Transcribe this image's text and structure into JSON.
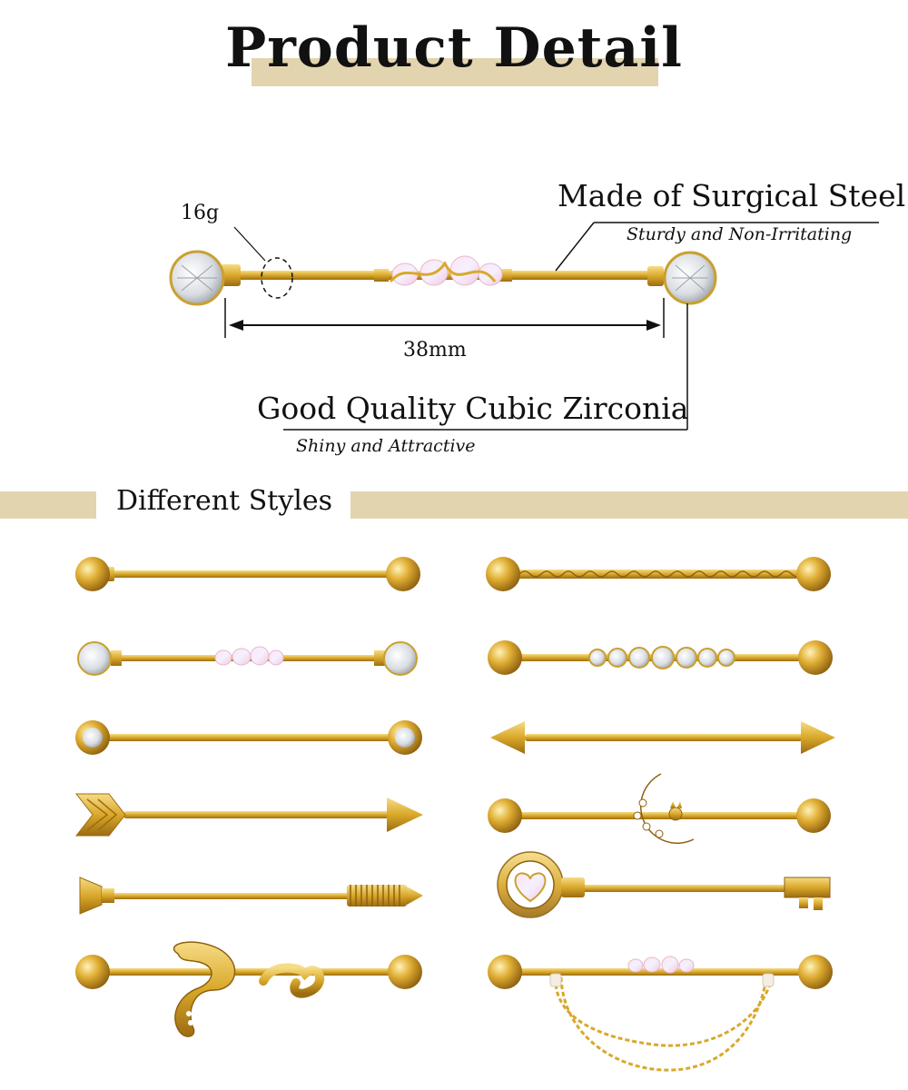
{
  "header": {
    "title": "Product Detail"
  },
  "detail": {
    "gauge_label": "16g",
    "material_title": "Made of Surgical Steel",
    "material_subtitle": "Sturdy and Non-Irritating",
    "length_label": "38mm",
    "stone_title": "Good Quality Cubic  Zirconia",
    "stone_subtitle": "Shiny and Attractive"
  },
  "styles_section": {
    "title": "Different Styles",
    "items": [
      {
        "icon": "ball-ends-plain-bar-icon"
      },
      {
        "icon": "twisted-bar-icon"
      },
      {
        "icon": "crystal-ends-opal-bar-icon"
      },
      {
        "icon": "seven-gem-bar-icon"
      },
      {
        "icon": "bezel-gem-ends-bar-icon"
      },
      {
        "icon": "double-spike-bar-icon"
      },
      {
        "icon": "arrow-bar-icon"
      },
      {
        "icon": "moon-cat-bar-icon"
      },
      {
        "icon": "screw-bar-icon"
      },
      {
        "icon": "heart-key-bar-icon"
      },
      {
        "icon": "snake-bar-icon"
      },
      {
        "icon": "chain-dangle-bar-icon"
      }
    ]
  },
  "colors": {
    "accent_band": "#e3d4b0",
    "gold": "#d9a82a",
    "gold_dark": "#a8781a"
  }
}
